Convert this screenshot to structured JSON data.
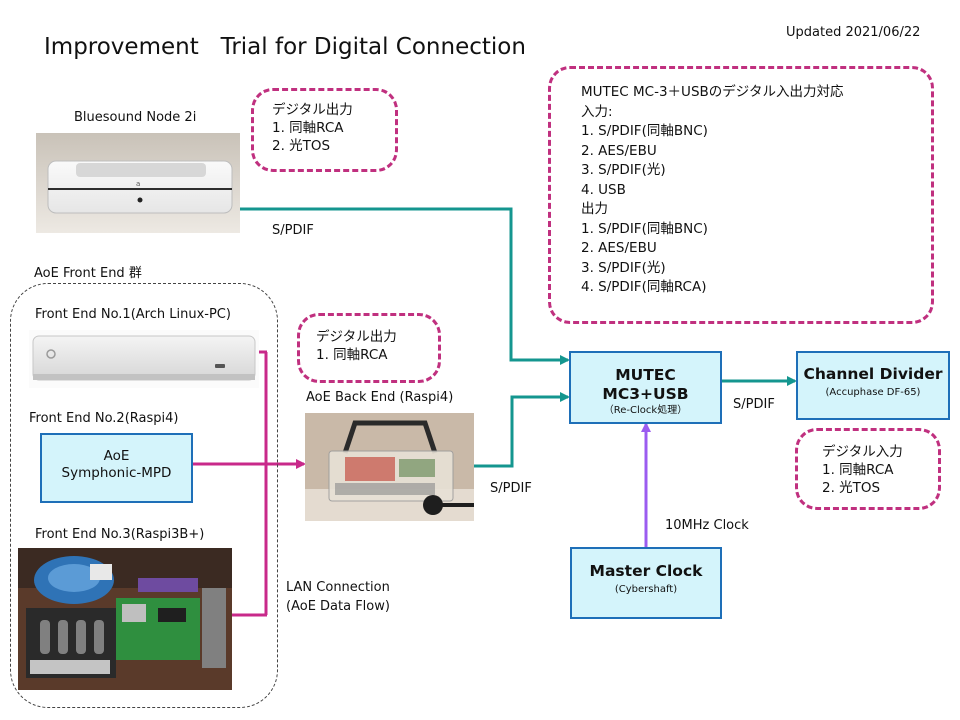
{
  "title": "Improvement   Trial for Digital Connection",
  "updated": "Updated 2021/06/22",
  "bluesound": {
    "label": "Bluesound Node 2i",
    "note": [
      "デジタル出力",
      "1. 同軸RCA",
      "2. 光TOS"
    ]
  },
  "aoe_group": {
    "label": "AoE Front End 群",
    "fe1_label": "Front End No.1(Arch Linux-PC)",
    "fe2_label": "Front End No.2(Raspi4)",
    "fe3_label": "Front End No.3(Raspi3B+)",
    "fe2_box": [
      "AoE",
      "Symphonic-MPD"
    ]
  },
  "backend": {
    "label": "AoE Back End (Raspi4)",
    "note": [
      "デジタル出力",
      "1. 同軸RCA"
    ]
  },
  "lan": [
    "LAN Connection",
    "(AoE Data Flow)"
  ],
  "mutec_note": [
    "MUTEC MC-3＋USBのデジタル入出力対応",
    "入力:",
    "1. S/PDIF(同軸BNC)",
    "2. AES/EBU",
    "3. S/PDIF(光)",
    "4. USB",
    "出力",
    "1. S/PDIF(同軸BNC)",
    "2. AES/EBU",
    "3. S/PDIF(光)",
    "4. S/PDIF(同軸RCA)"
  ],
  "mutec": {
    "line1": "MUTEC",
    "line2": "MC3+USB",
    "sub": "（Re-Clock処理）"
  },
  "channel_divider": {
    "name": "Channel Divider",
    "sub": "(Accuphase DF-65)"
  },
  "divider_note": [
    "デジタル入力",
    "1. 同軸RCA",
    "2. 光TOS"
  ],
  "master_clock": {
    "name": "Master Clock",
    "sub": "(Cybershaft)"
  },
  "links": {
    "spdif_bluesound": "S/PDIF",
    "spdif_backend": "S/PDIF",
    "spdif_divider": "S/PDIF",
    "clock": "10MHz  Clock"
  },
  "colors": {
    "teal": "#14968f",
    "magenta": "#c8298a",
    "purple": "#9b5cf0",
    "box_fill": "#d4f4fb",
    "box_border": "#1e6fb8",
    "note_border": "#c0307f"
  }
}
